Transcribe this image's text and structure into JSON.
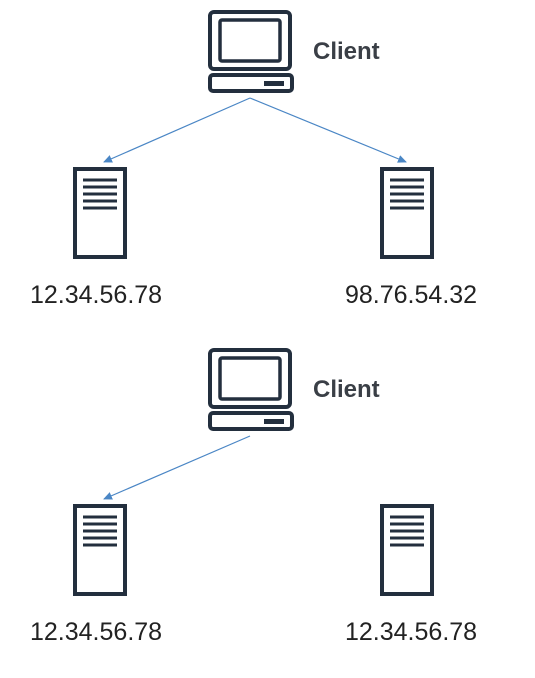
{
  "scenario_1": {
    "client_label": "Client",
    "server_left_ip": "12.34.56.78",
    "server_right_ip": "98.76.54.32"
  },
  "scenario_2": {
    "client_label": "Client",
    "server_left_ip": "12.34.56.78",
    "server_right_ip": "12.34.56.78"
  },
  "colors": {
    "icon_stroke": "#232f3e",
    "arrow": "#4a86c5",
    "text": "#222222"
  }
}
